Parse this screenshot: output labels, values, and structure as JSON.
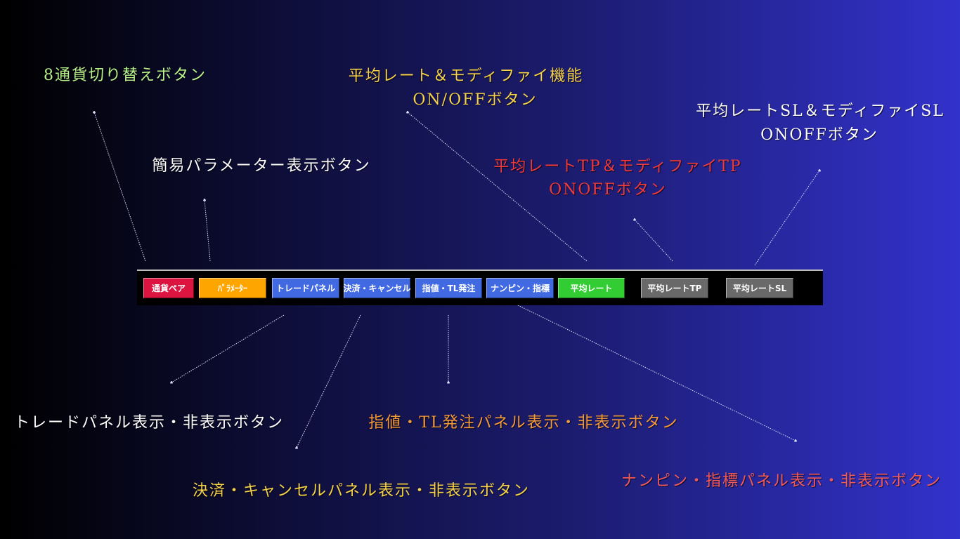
{
  "toolbar": {
    "buttons": [
      {
        "label": "通貨ペア",
        "color": "#dc1440"
      },
      {
        "label": "ﾊﾟﾗﾒｰﾀｰ",
        "color": "#ffa500"
      },
      {
        "label": "トレードパネル",
        "color": "#4169e1"
      },
      {
        "label": "決済・キャンセル",
        "color": "#4169e1"
      },
      {
        "label": "指値・TL発注",
        "color": "#4169e1"
      },
      {
        "label": "ナンピン・指標",
        "color": "#4169e1"
      },
      {
        "label": "平均レート",
        "color": "#32cd32"
      },
      {
        "label": "平均レートTP",
        "color": "#696969"
      },
      {
        "label": "平均レートSL",
        "color": "#696969"
      }
    ]
  },
  "annotations": {
    "currency": {
      "text": "8通貨切り替えボタン",
      "color": "#b9f28c"
    },
    "params": {
      "text": "簡易パラメーター表示ボタン",
      "color": "#ffffff"
    },
    "avg": {
      "line1": "平均レート＆モディファイ機能",
      "line2": "ON/OFFボタン",
      "color": "#f5d24a"
    },
    "sl": {
      "line1": "平均レートSL＆モディファイSL",
      "line2": "ONOFFボタン",
      "color": "#ffffff"
    },
    "tp": {
      "line1": "平均レートTP＆モディファイTP",
      "line2": "ONOFFボタン",
      "color": "#f03a3a"
    },
    "trade": {
      "text": "トレードパネル表示・非表示ボタン",
      "color": "#ffffff"
    },
    "limit": {
      "text": "指値・TL発注パネル表示・非表示ボタン",
      "color": "#f59a3c"
    },
    "settle": {
      "text": "決済・キャンセルパネル表示・非表示ボタン",
      "color": "#f5d24a"
    },
    "nanpin": {
      "text": "ナンピン・指標パネル表示・非表示ボタン",
      "color": "#f05a5a"
    }
  }
}
